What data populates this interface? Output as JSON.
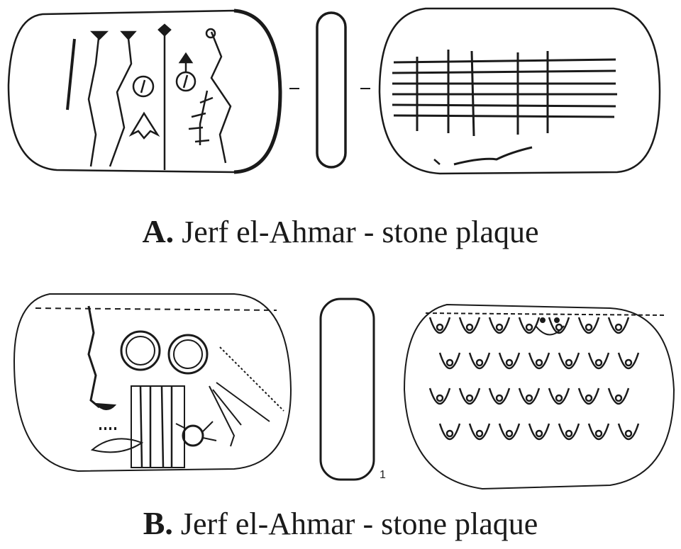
{
  "panels": [
    {
      "id": "A",
      "letter": "A.",
      "caption": "Jerf el-Ahmar - stone plaque",
      "front_face": "incised-signs-face",
      "side_view": "edge-profile",
      "back_face": "incised-grid-face"
    },
    {
      "id": "B",
      "letter": "B.",
      "caption": "Jerf el-Ahmar - stone plaque",
      "front_face": "incised-figures-face",
      "side_view": "edge-profile",
      "back_face": "incised-chevron-pattern-face",
      "figure_number": "1"
    }
  ],
  "colors": {
    "ink": "#1a1a1a",
    "background": "#ffffff"
  }
}
